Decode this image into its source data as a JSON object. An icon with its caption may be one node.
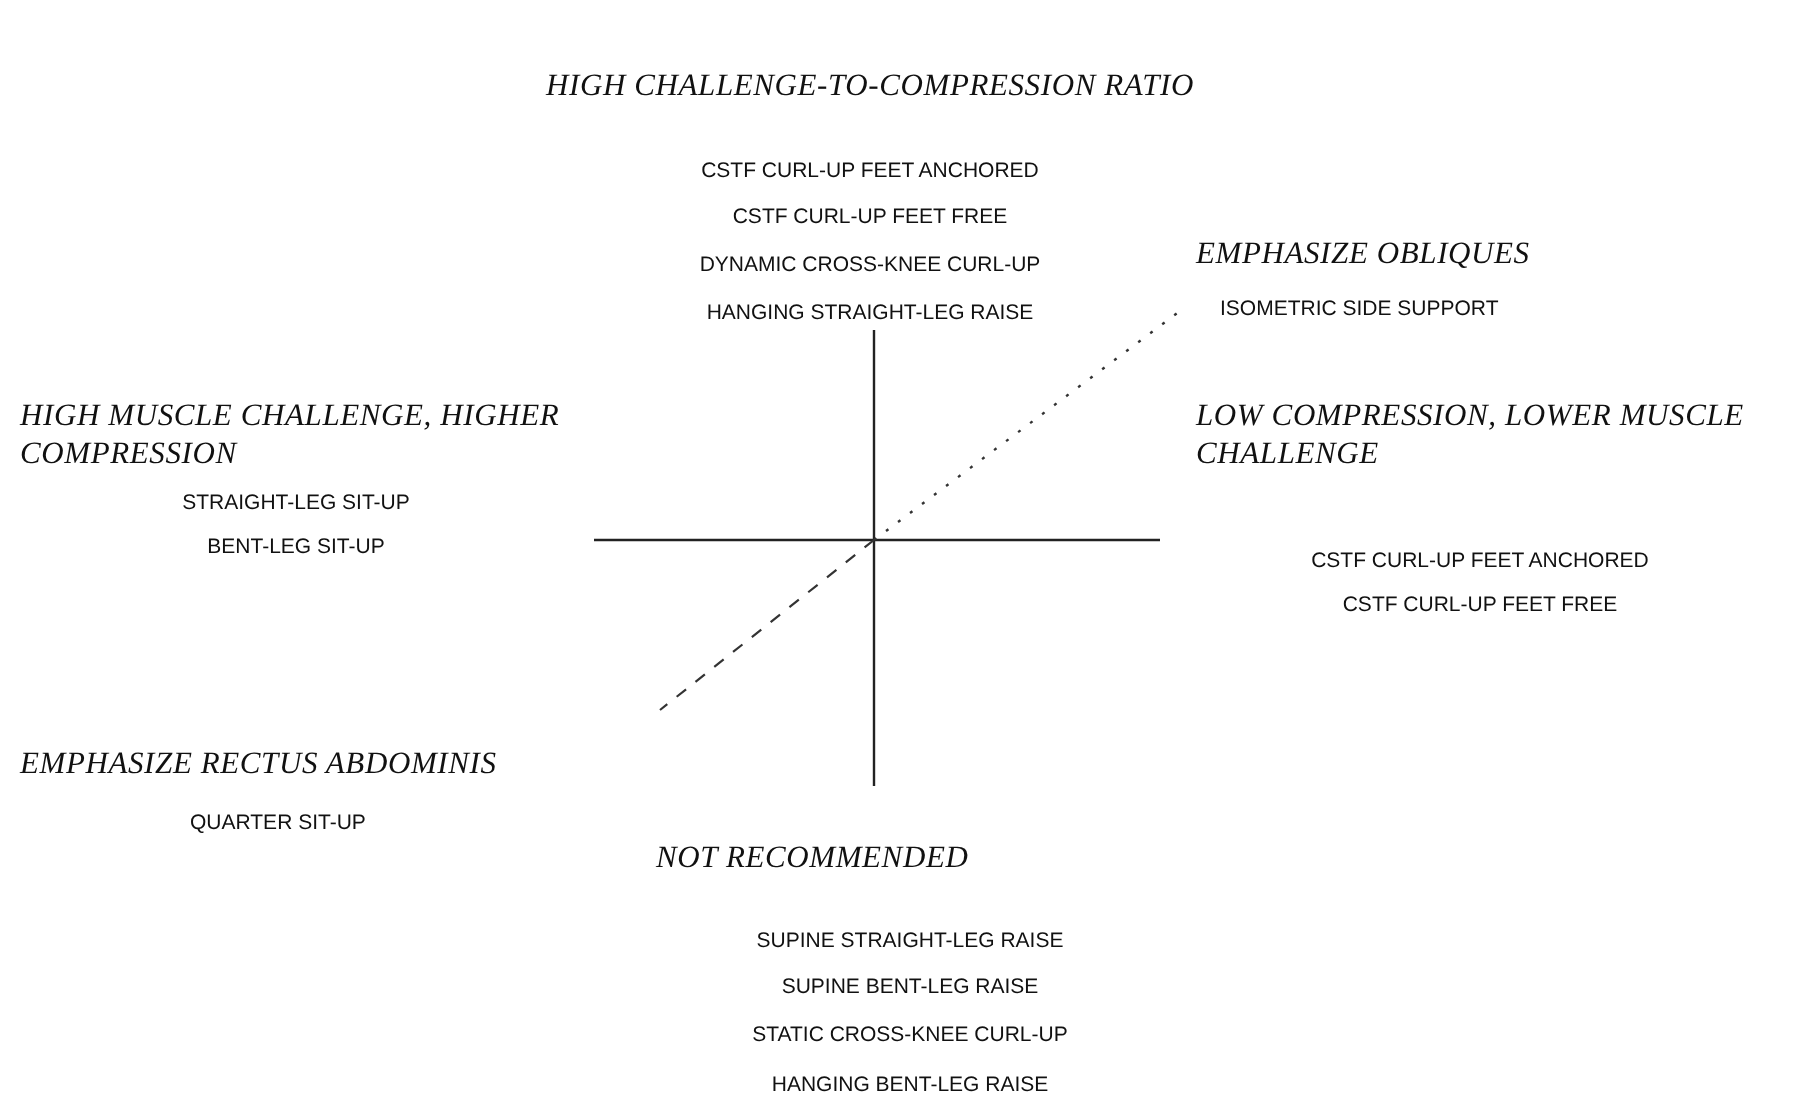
{
  "diagram": {
    "labels": [
      "HIGH CHALLENGE-TO-COMPRESSION RATIO",
      "CSTF CURL-UP FEET ANCHORED",
      "CSTF CURL-UP FEET FREE",
      "DYNAMIC CROSS-KNEE CURL-UP",
      "HANGING STRAIGHT-LEG RAISE",
      "EMPHASIZE OBLIQUES",
      "ISOMETRIC SIDE SUPPORT",
      "HIGH MUSCLE CHALLENGE, HIGHER COMPRESSION",
      "LOW COMPRESSION, LOWER MUSCLE CHALLENGE",
      "STRAIGHT-LEG SIT-UP",
      "BENT-LEG SIT-UP",
      "CSTF CURL-UP FEET ANCHORED",
      "CSTF CURL-UP FEET FREE",
      "EMPHASIZE RECTUS ABDOMINIS",
      "QUARTER SIT-UP",
      "NOT RECOMMENDED",
      "SUPINE STRAIGHT-LEG RAISE",
      "SUPINE BENT-LEG RAISE",
      "STATIC CROSS-KNEE CURL-UP",
      "HANGING BENT-LEG RAISE"
    ]
  }
}
